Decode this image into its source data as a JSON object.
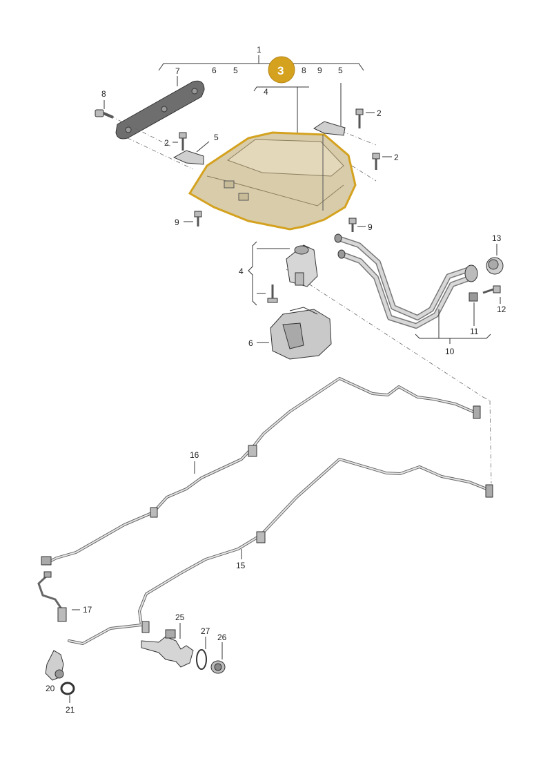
{
  "diagram": {
    "highlight_color": "#d4a21f",
    "part_fill": "#d8ccaa",
    "line_color": "#333333",
    "highlighted_callout": "3",
    "callouts": {
      "c1": "1",
      "c7": "7",
      "c6": "6",
      "c5a": "5",
      "c3": "3",
      "c8a": "8",
      "c9a": "9",
      "c5b": "5",
      "c4a": "4",
      "c8b": "8",
      "c2a": "2",
      "c2b": "2",
      "c5c": "5",
      "c2c": "2",
      "c9b": "9",
      "c9c": "9",
      "c4b": "4",
      "c13": "13",
      "c12": "12",
      "c11": "11",
      "c6b": "6",
      "c10": "10",
      "c16": "16",
      "c15": "15",
      "c17": "17",
      "c25": "25",
      "c27": "27",
      "c26": "26",
      "c20": "20",
      "c21": "21"
    }
  }
}
